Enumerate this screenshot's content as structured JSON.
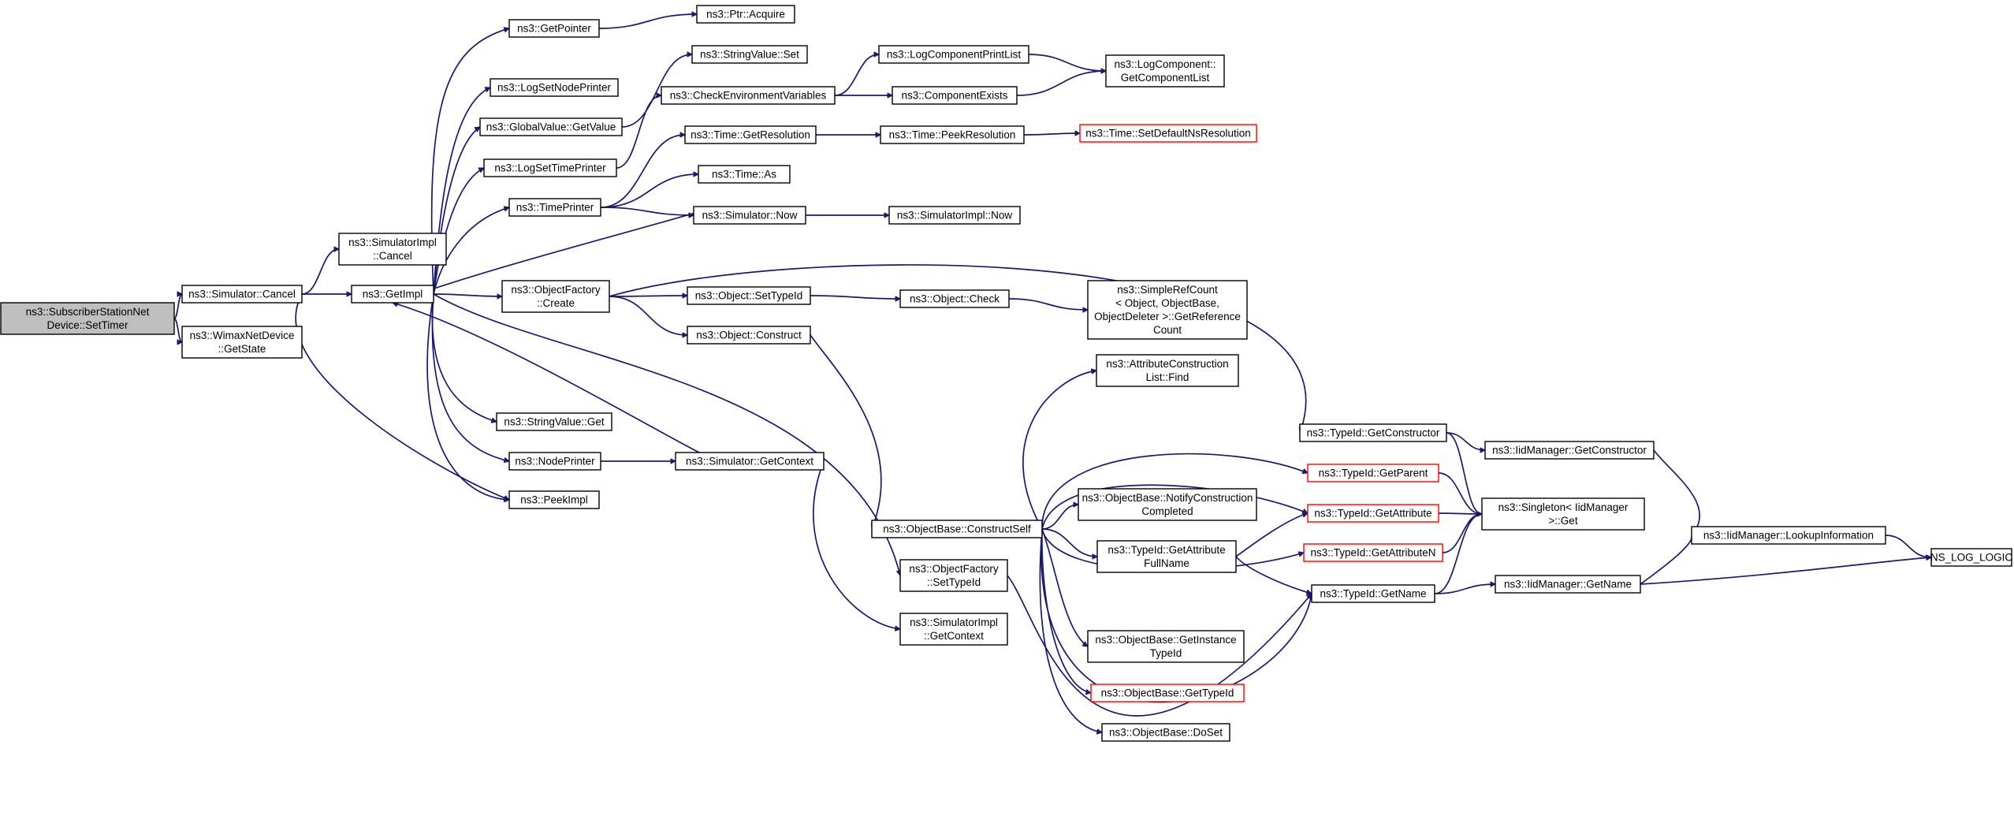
{
  "graph": {
    "root": "n_root",
    "nodes": [
      {
        "id": "n_root",
        "lines": [
          "ns3::SubscriberStationNet",
          "Device::SetTimer"
        ],
        "style": "root"
      },
      {
        "id": "n_simcancel",
        "lines": [
          "ns3::Simulator::Cancel"
        ],
        "style": "normal"
      },
      {
        "id": "n_wimaxgetstate",
        "lines": [
          "ns3::WimaxNetDevice",
          "::GetState"
        ],
        "style": "normal"
      },
      {
        "id": "n_simimplcancel",
        "lines": [
          "ns3::SimulatorImpl",
          "::Cancel"
        ],
        "style": "normal"
      },
      {
        "id": "n_getimpl",
        "lines": [
          "ns3::GetImpl"
        ],
        "style": "normal"
      },
      {
        "id": "n_peekimpl",
        "lines": [
          "ns3::PeekImpl"
        ],
        "style": "normal"
      },
      {
        "id": "n_getpointer",
        "lines": [
          "ns3::GetPointer"
        ],
        "style": "normal"
      },
      {
        "id": "n_logsetnodeprinter",
        "lines": [
          "ns3::LogSetNodePrinter"
        ],
        "style": "normal"
      },
      {
        "id": "n_globalvaluegetvalue",
        "lines": [
          "ns3::GlobalValue::GetValue"
        ],
        "style": "normal"
      },
      {
        "id": "n_logsettimeprinter",
        "lines": [
          "ns3::LogSetTimePrinter"
        ],
        "style": "normal"
      },
      {
        "id": "n_timeprinter",
        "lines": [
          "ns3::TimePrinter"
        ],
        "style": "normal"
      },
      {
        "id": "n_objectfactorycreate",
        "lines": [
          "ns3::ObjectFactory",
          "::Create"
        ],
        "style": "normal"
      },
      {
        "id": "n_stringvalueget",
        "lines": [
          "ns3::StringValue::Get"
        ],
        "style": "normal"
      },
      {
        "id": "n_nodeprinter",
        "lines": [
          "ns3::NodePrinter"
        ],
        "style": "normal"
      },
      {
        "id": "n_ptracquire",
        "lines": [
          "ns3::Ptr::Acquire"
        ],
        "style": "normal"
      },
      {
        "id": "n_stringvalueset",
        "lines": [
          "ns3::StringValue::Set"
        ],
        "style": "normal"
      },
      {
        "id": "n_checkenv",
        "lines": [
          "ns3::CheckEnvironmentVariables"
        ],
        "style": "normal"
      },
      {
        "id": "n_timegetresolution",
        "lines": [
          "ns3::Time::GetResolution"
        ],
        "style": "normal"
      },
      {
        "id": "n_timeas",
        "lines": [
          "ns3::Time::As"
        ],
        "style": "normal"
      },
      {
        "id": "n_simulatornow",
        "lines": [
          "ns3::Simulator::Now"
        ],
        "style": "normal"
      },
      {
        "id": "n_objectsettypeid",
        "lines": [
          "ns3::Object::SetTypeId"
        ],
        "style": "normal"
      },
      {
        "id": "n_objectconstruct",
        "lines": [
          "ns3::Object::Construct"
        ],
        "style": "normal"
      },
      {
        "id": "n_simgetcontext",
        "lines": [
          "ns3::Simulator::GetContext"
        ],
        "style": "normal"
      },
      {
        "id": "n_logcompprintlist",
        "lines": [
          "ns3::LogComponentPrintList"
        ],
        "style": "normal"
      },
      {
        "id": "n_componentexists",
        "lines": [
          "ns3::ComponentExists"
        ],
        "style": "normal"
      },
      {
        "id": "n_timepeekresolution",
        "lines": [
          "ns3::Time::PeekResolution"
        ],
        "style": "normal"
      },
      {
        "id": "n_simimplnow",
        "lines": [
          "ns3::SimulatorImpl::Now"
        ],
        "style": "normal"
      },
      {
        "id": "n_objectcheck",
        "lines": [
          "ns3::Object::Check"
        ],
        "style": "normal"
      },
      {
        "id": "n_objbaseconstructself",
        "lines": [
          "ns3::ObjectBase::ConstructSelf"
        ],
        "style": "normal"
      },
      {
        "id": "n_objfactorysettypeid",
        "lines": [
          "ns3::ObjectFactory",
          "::SetTypeId"
        ],
        "style": "normal"
      },
      {
        "id": "n_simimplgetcontext",
        "lines": [
          "ns3::SimulatorImpl",
          "::GetContext"
        ],
        "style": "normal"
      },
      {
        "id": "n_logcompgetlist",
        "lines": [
          "ns3::LogComponent::",
          "GetComponentList"
        ],
        "style": "normal"
      },
      {
        "id": "n_timesetdefaultns",
        "lines": [
          "ns3::Time::SetDefaultNsResolution"
        ],
        "style": "truncated"
      },
      {
        "id": "n_simplerefcount",
        "lines": [
          "ns3::SimpleRefCount",
          "< Object, ObjectBase,",
          "ObjectDeleter >::GetReference",
          "Count"
        ],
        "style": "normal"
      },
      {
        "id": "n_attrconstructionfind",
        "lines": [
          "ns3::AttributeConstruction",
          "List::Find"
        ],
        "style": "normal"
      },
      {
        "id": "n_objbasenotify",
        "lines": [
          "ns3::ObjectBase::NotifyConstruction",
          "Completed"
        ],
        "style": "normal"
      },
      {
        "id": "n_typeidgetattrfullname",
        "lines": [
          "ns3::TypeId::GetAttribute",
          "FullName"
        ],
        "style": "normal"
      },
      {
        "id": "n_objbasegetinstancetypeid",
        "lines": [
          "ns3::ObjectBase::GetInstance",
          "TypeId"
        ],
        "style": "normal"
      },
      {
        "id": "n_objbasegettypeid",
        "lines": [
          "ns3::ObjectBase::GetTypeId"
        ],
        "style": "truncated"
      },
      {
        "id": "n_objbasedoset",
        "lines": [
          "ns3::ObjectBase::DoSet"
        ],
        "style": "normal"
      },
      {
        "id": "n_typeidgetconstructor",
        "lines": [
          "ns3::TypeId::GetConstructor"
        ],
        "style": "normal"
      },
      {
        "id": "n_typeidgetparent",
        "lines": [
          "ns3::TypeId::GetParent"
        ],
        "style": "truncated"
      },
      {
        "id": "n_typeidgetattribute",
        "lines": [
          "ns3::TypeId::GetAttribute"
        ],
        "style": "truncated"
      },
      {
        "id": "n_typeidgetattributen",
        "lines": [
          "ns3::TypeId::GetAttributeN"
        ],
        "style": "truncated"
      },
      {
        "id": "n_typeidgetname",
        "lines": [
          "ns3::TypeId::GetName"
        ],
        "style": "normal"
      },
      {
        "id": "n_iidgetconstructor",
        "lines": [
          "ns3::IidManager::GetConstructor"
        ],
        "style": "normal"
      },
      {
        "id": "n_singletonget",
        "lines": [
          "ns3::Singleton< IidManager",
          ">::Get"
        ],
        "style": "normal"
      },
      {
        "id": "n_iidgetname",
        "lines": [
          "ns3::IidManager::GetName"
        ],
        "style": "normal"
      },
      {
        "id": "n_iidlookupinfo",
        "lines": [
          "ns3::IidManager::LookupInformation"
        ],
        "style": "normal"
      },
      {
        "id": "n_nsloglogic",
        "lines": [
          "NS_LOG_LOGIC"
        ],
        "style": "normal"
      }
    ],
    "edges": [
      [
        "n_root",
        "n_simcancel"
      ],
      [
        "n_root",
        "n_wimaxgetstate"
      ],
      [
        "n_simcancel",
        "n_simimplcancel"
      ],
      [
        "n_simcancel",
        "n_getimpl"
      ],
      [
        "n_simcancel",
        "n_peekimpl"
      ],
      [
        "n_getimpl",
        "n_getpointer"
      ],
      [
        "n_getimpl",
        "n_logsetnodeprinter"
      ],
      [
        "n_getimpl",
        "n_globalvaluegetvalue"
      ],
      [
        "n_getimpl",
        "n_logsettimeprinter"
      ],
      [
        "n_getimpl",
        "n_timeprinter"
      ],
      [
        "n_getimpl",
        "n_objectfactorycreate"
      ],
      [
        "n_getimpl",
        "n_stringvalueget"
      ],
      [
        "n_getimpl",
        "n_nodeprinter"
      ],
      [
        "n_getimpl",
        "n_peekimpl"
      ],
      [
        "n_getimpl",
        "n_objfactorysettypeid"
      ],
      [
        "n_getpointer",
        "n_ptracquire"
      ],
      [
        "n_globalvaluegetvalue",
        "n_stringvalueset"
      ],
      [
        "n_logsettimeprinter",
        "n_checkenv"
      ],
      [
        "n_timeprinter",
        "n_timegetresolution"
      ],
      [
        "n_timeprinter",
        "n_timeas"
      ],
      [
        "n_timeprinter",
        "n_simulatornow"
      ],
      [
        "n_objectfactorycreate",
        "n_objectsettypeid"
      ],
      [
        "n_objectfactorycreate",
        "n_objectconstruct"
      ],
      [
        "n_objectfactorycreate",
        "n_typeidgetconstructor"
      ],
      [
        "n_nodeprinter",
        "n_simgetcontext"
      ],
      [
        "n_simgetcontext",
        "n_getimpl"
      ],
      [
        "n_simgetcontext",
        "n_simimplgetcontext"
      ],
      [
        "n_simulatornow",
        "n_getimpl"
      ],
      [
        "n_simulatornow",
        "n_simimplnow"
      ],
      [
        "n_checkenv",
        "n_logcompprintlist"
      ],
      [
        "n_checkenv",
        "n_componentexists"
      ],
      [
        "n_logcompprintlist",
        "n_logcompgetlist"
      ],
      [
        "n_componentexists",
        "n_logcompgetlist"
      ],
      [
        "n_timegetresolution",
        "n_timepeekresolution"
      ],
      [
        "n_timepeekresolution",
        "n_timesetdefaultns"
      ],
      [
        "n_objectsettypeid",
        "n_objectcheck"
      ],
      [
        "n_objectcheck",
        "n_simplerefcount"
      ],
      [
        "n_objectconstruct",
        "n_objbaseconstructself"
      ],
      [
        "n_objbaseconstructself",
        "n_attrconstructionfind"
      ],
      [
        "n_objbaseconstructself",
        "n_objbasenotify"
      ],
      [
        "n_objbaseconstructself",
        "n_typeidgetattrfullname"
      ],
      [
        "n_objbaseconstructself",
        "n_objbasegetinstancetypeid"
      ],
      [
        "n_objbaseconstructself",
        "n_objbasegettypeid"
      ],
      [
        "n_objbaseconstructself",
        "n_objbasedoset"
      ],
      [
        "n_objbaseconstructself",
        "n_typeidgetparent"
      ],
      [
        "n_objbaseconstructself",
        "n_typeidgetattribute"
      ],
      [
        "n_objbaseconstructself",
        "n_typeidgetattributen"
      ],
      [
        "n_objbaseconstructself",
        "n_typeidgetname"
      ],
      [
        "n_objfactorysettypeid",
        "n_typeidgetname"
      ],
      [
        "n_typeidgetattrfullname",
        "n_typeidgetattribute"
      ],
      [
        "n_typeidgetattrfullname",
        "n_typeidgetname"
      ],
      [
        "n_typeidgetconstructor",
        "n_iidgetconstructor"
      ],
      [
        "n_typeidgetconstructor",
        "n_singletonget"
      ],
      [
        "n_typeidgetparent",
        "n_singletonget"
      ],
      [
        "n_typeidgetattribute",
        "n_singletonget"
      ],
      [
        "n_typeidgetattributen",
        "n_singletonget"
      ],
      [
        "n_typeidgetname",
        "n_singletonget"
      ],
      [
        "n_typeidgetname",
        "n_iidgetname"
      ],
      [
        "n_iidgetconstructor",
        "n_iidlookupinfo"
      ],
      [
        "n_iidgetname",
        "n_iidlookupinfo"
      ],
      [
        "n_iidgetname",
        "n_nsloglogic"
      ],
      [
        "n_iidlookupinfo",
        "n_nsloglogic"
      ]
    ]
  }
}
